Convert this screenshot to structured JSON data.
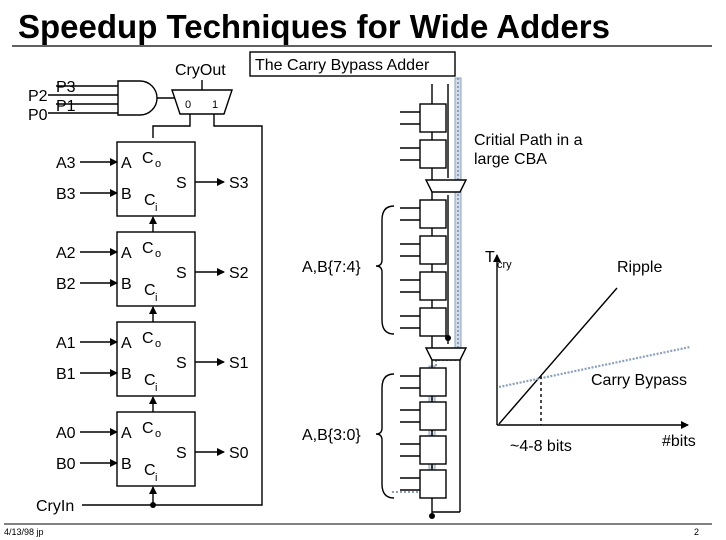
{
  "title": "Speedup Techniques for Wide Adders",
  "left_diagram": {
    "cryout": "CryOut",
    "and_inputs": {
      "p3": "P3",
      "p2": "P2",
      "p1": "P1",
      "p0": "P0"
    },
    "mux_labels": {
      "zero": "0",
      "one": "1"
    },
    "cryin": "CryIn",
    "stages": [
      {
        "a_in": "A3",
        "b_in": "B3",
        "out": "S3"
      },
      {
        "a_in": "A2",
        "b_in": "B2",
        "out": "S2"
      },
      {
        "a_in": "A1",
        "b_in": "B1",
        "out": "S1"
      },
      {
        "a_in": "A0",
        "b_in": "B0",
        "out": "S0"
      }
    ],
    "cell_labels": {
      "a": "A",
      "b": "B",
      "co": "C",
      "co_sub": "o",
      "ci": "C",
      "ci_sub": "i",
      "s": "S"
    }
  },
  "right_diagram": {
    "title_box": "The Carry Bypass Adder",
    "critical_line1": "Critial Path in a",
    "critical_line2": "large CBA",
    "group_upper": "A,B{7:4}",
    "group_lower": "A,B{3:0}"
  },
  "graph": {
    "ylabel": "T",
    "ylabel_sub": "cry",
    "xlabel": "#bits",
    "ripple": "Ripple",
    "bypass": "Carry Bypass",
    "crossover": "~4-8 bits"
  },
  "footer": {
    "left": "4/13/98 jp",
    "right": "2"
  }
}
